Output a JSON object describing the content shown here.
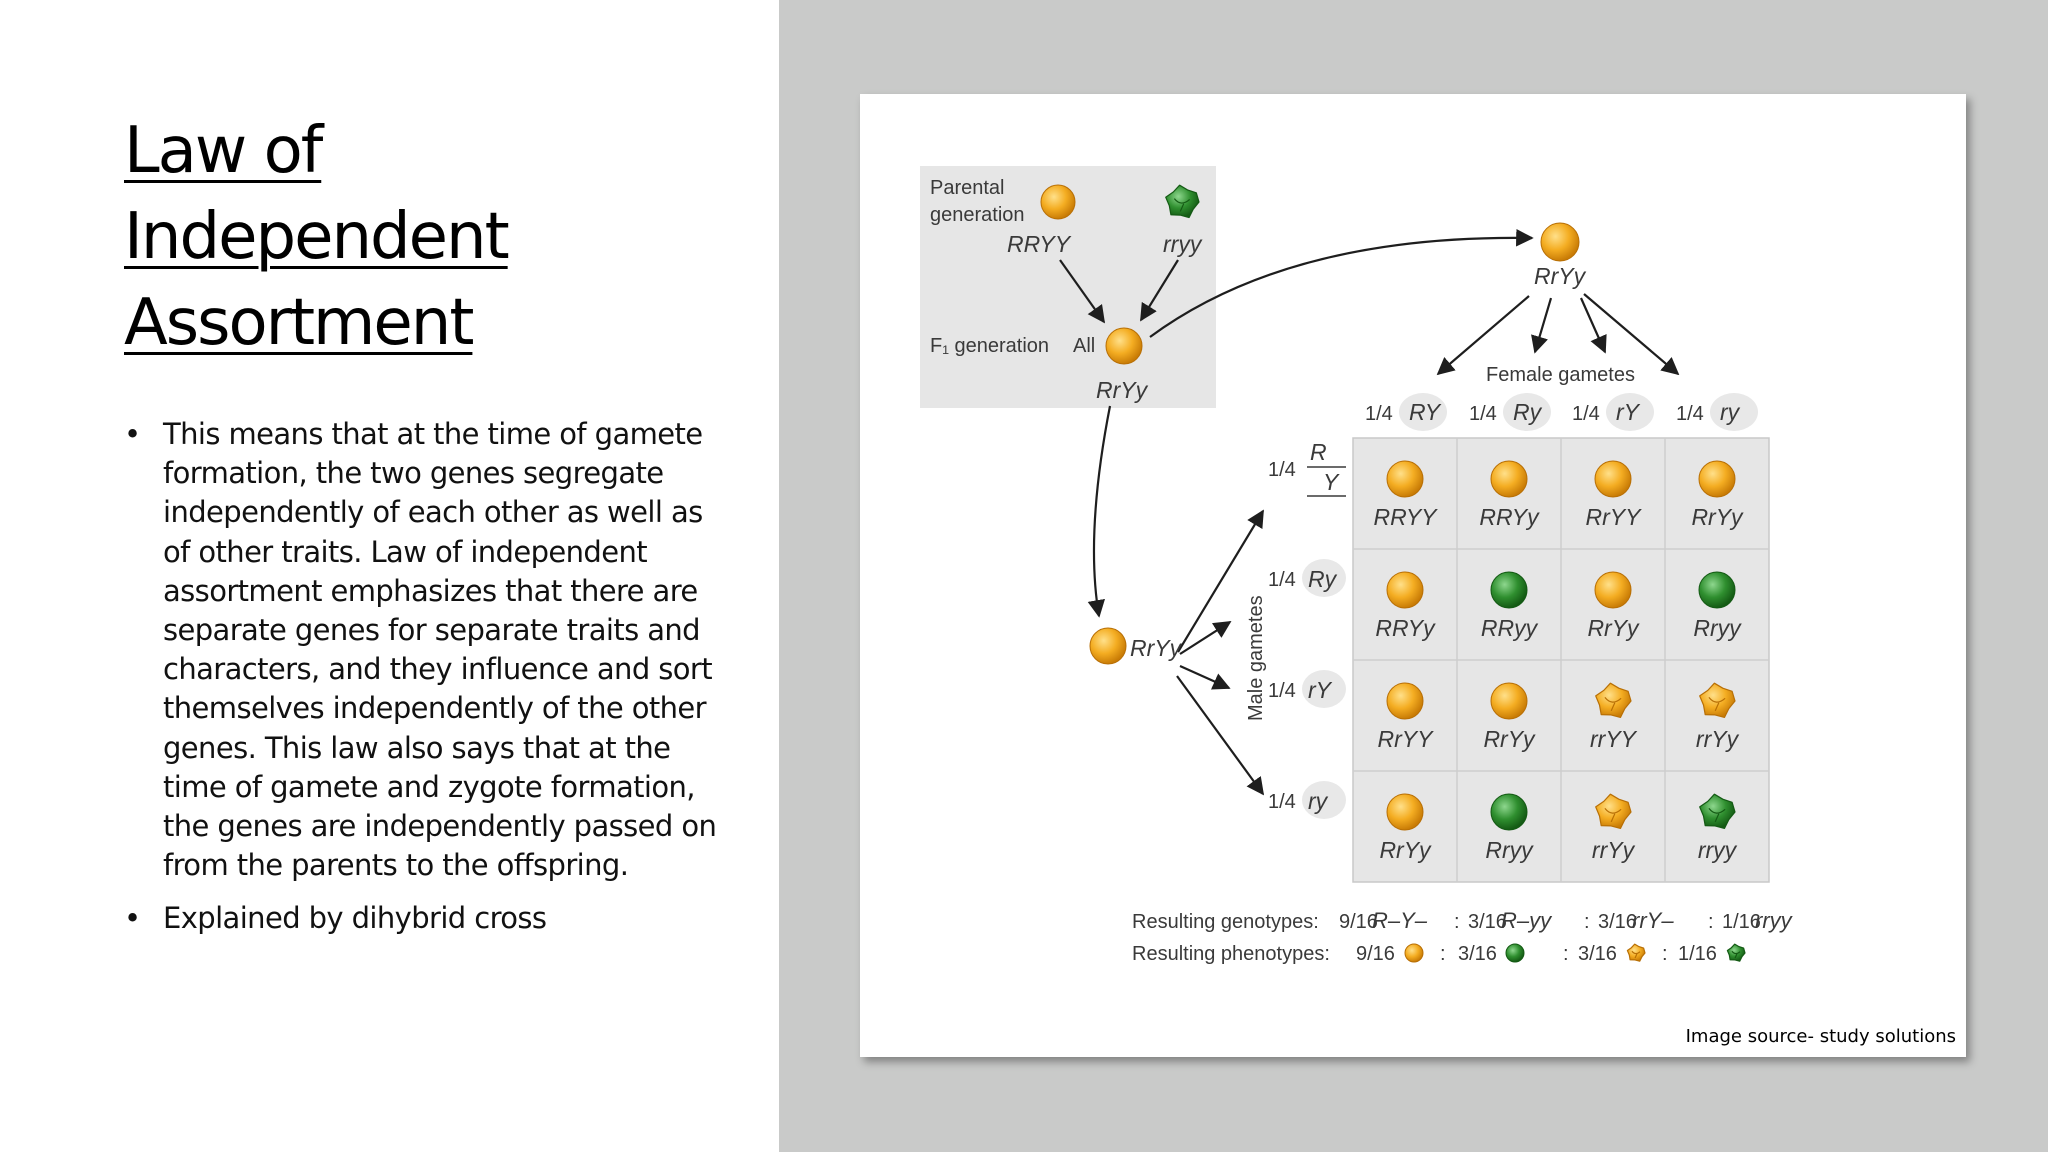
{
  "slide": {
    "title_lines": [
      "Law of",
      "Independent",
      "Assortment"
    ],
    "bullets": [
      "This means that at the time of gamete formation, the two genes segregate independently of each other as well as of other traits. Law of independent assortment emphasizes that there are separate genes for separate traits and characters, and they influence and sort themselves independently of the other genes. This law also says that at the time of gamete and zygote formation, the genes are independently passed on from the parents to the offspring.",
      "Explained by dihybrid cross"
    ],
    "image_credit": "Image source- study solutions"
  },
  "diagram": {
    "parental_label_1": "Parental",
    "parental_label_2": "generation",
    "parent1_genotype": "RRYY",
    "parent2_genotype": "rryy",
    "f1_label": "F₁ generation",
    "f1_all": "All",
    "f1_genotype": "RrYy",
    "female_parent_genotype": "RrYy",
    "male_parent_genotype": "RrYy",
    "female_gametes_label": "Female gametes",
    "male_gametes_label": "Male gametes",
    "female_gametes": [
      {
        "fraction": "1/4",
        "allele": "RY"
      },
      {
        "fraction": "1/4",
        "allele": "Ry"
      },
      {
        "fraction": "1/4",
        "allele": "rY"
      },
      {
        "fraction": "1/4",
        "allele": "ry"
      }
    ],
    "male_gametes": [
      {
        "fraction": "1/4",
        "allele": "R/Y"
      },
      {
        "fraction": "1/4",
        "allele": "Ry"
      },
      {
        "fraction": "1/4",
        "allele": "rY"
      },
      {
        "fraction": "1/4",
        "allele": "ry"
      }
    ],
    "grid": [
      [
        {
          "g": "RRYY",
          "p": "yellow-round"
        },
        {
          "g": "RRYy",
          "p": "yellow-round"
        },
        {
          "g": "RrYY",
          "p": "yellow-round"
        },
        {
          "g": "RrYy",
          "p": "yellow-round"
        }
      ],
      [
        {
          "g": "RRYy",
          "p": "yellow-round"
        },
        {
          "g": "RRyy",
          "p": "green-round"
        },
        {
          "g": "RrYy",
          "p": "yellow-round"
        },
        {
          "g": "Rryy",
          "p": "green-round"
        }
      ],
      [
        {
          "g": "RrYY",
          "p": "yellow-round"
        },
        {
          "g": "RrYy",
          "p": "yellow-round"
        },
        {
          "g": "rrYY",
          "p": "yellow-wrinkled"
        },
        {
          "g": "rrYy",
          "p": "yellow-wrinkled"
        }
      ],
      [
        {
          "g": "RrYy",
          "p": "yellow-round"
        },
        {
          "g": "Rryy",
          "p": "green-round"
        },
        {
          "g": "rrYy",
          "p": "yellow-wrinkled"
        },
        {
          "g": "rryy",
          "p": "green-wrinkled"
        }
      ]
    ],
    "genotypes_label": "Resulting genotypes:",
    "genotypes": [
      "9/16",
      "R–Y–",
      ":",
      "3/16",
      "R–yy",
      ":",
      "3/16",
      "rrY–",
      ":",
      "1/16",
      "rryy"
    ],
    "phenotypes_label": "Resulting phenotypes:",
    "phenotypes": [
      {
        "sep": "",
        "fraction": "9/16",
        "type": "yellow-round"
      },
      {
        "sep": ":",
        "fraction": "3/16",
        "type": "green-round"
      },
      {
        "sep": ":",
        "fraction": "3/16",
        "type": "yellow-wrinkled"
      },
      {
        "sep": ":",
        "fraction": "1/16",
        "type": "green-wrinkled"
      }
    ],
    "colors": {
      "yellow": "#f2a81c",
      "green": "#2f8f2f",
      "panel": "#e6e6e6",
      "grid_cell": "#ececec"
    }
  }
}
